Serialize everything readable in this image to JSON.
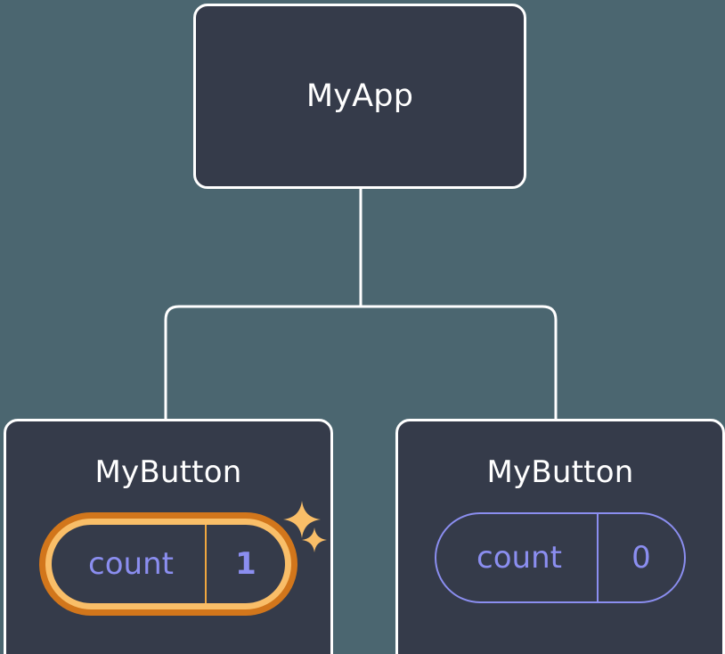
{
  "diagram": {
    "type": "component-tree",
    "background_color": "#4b6670",
    "node_fill_color": "#353b4a",
    "node_border_color": "#ffffff",
    "edge_color": "#ffffff",
    "state_color": "#8b8ef0",
    "highlight_outer_color": "#d2761b",
    "highlight_inner_color": "#f9be68",
    "sparkle_color": "#f9be68"
  },
  "root": {
    "title": "MyApp"
  },
  "children": [
    {
      "title": "MyButton",
      "state": {
        "key": "count",
        "value": "1"
      },
      "highlighted": true,
      "sparkles": [
        "sparkle-large-icon",
        "sparkle-small-icon"
      ]
    },
    {
      "title": "MyButton",
      "state": {
        "key": "count",
        "value": "0"
      },
      "highlighted": false
    }
  ]
}
